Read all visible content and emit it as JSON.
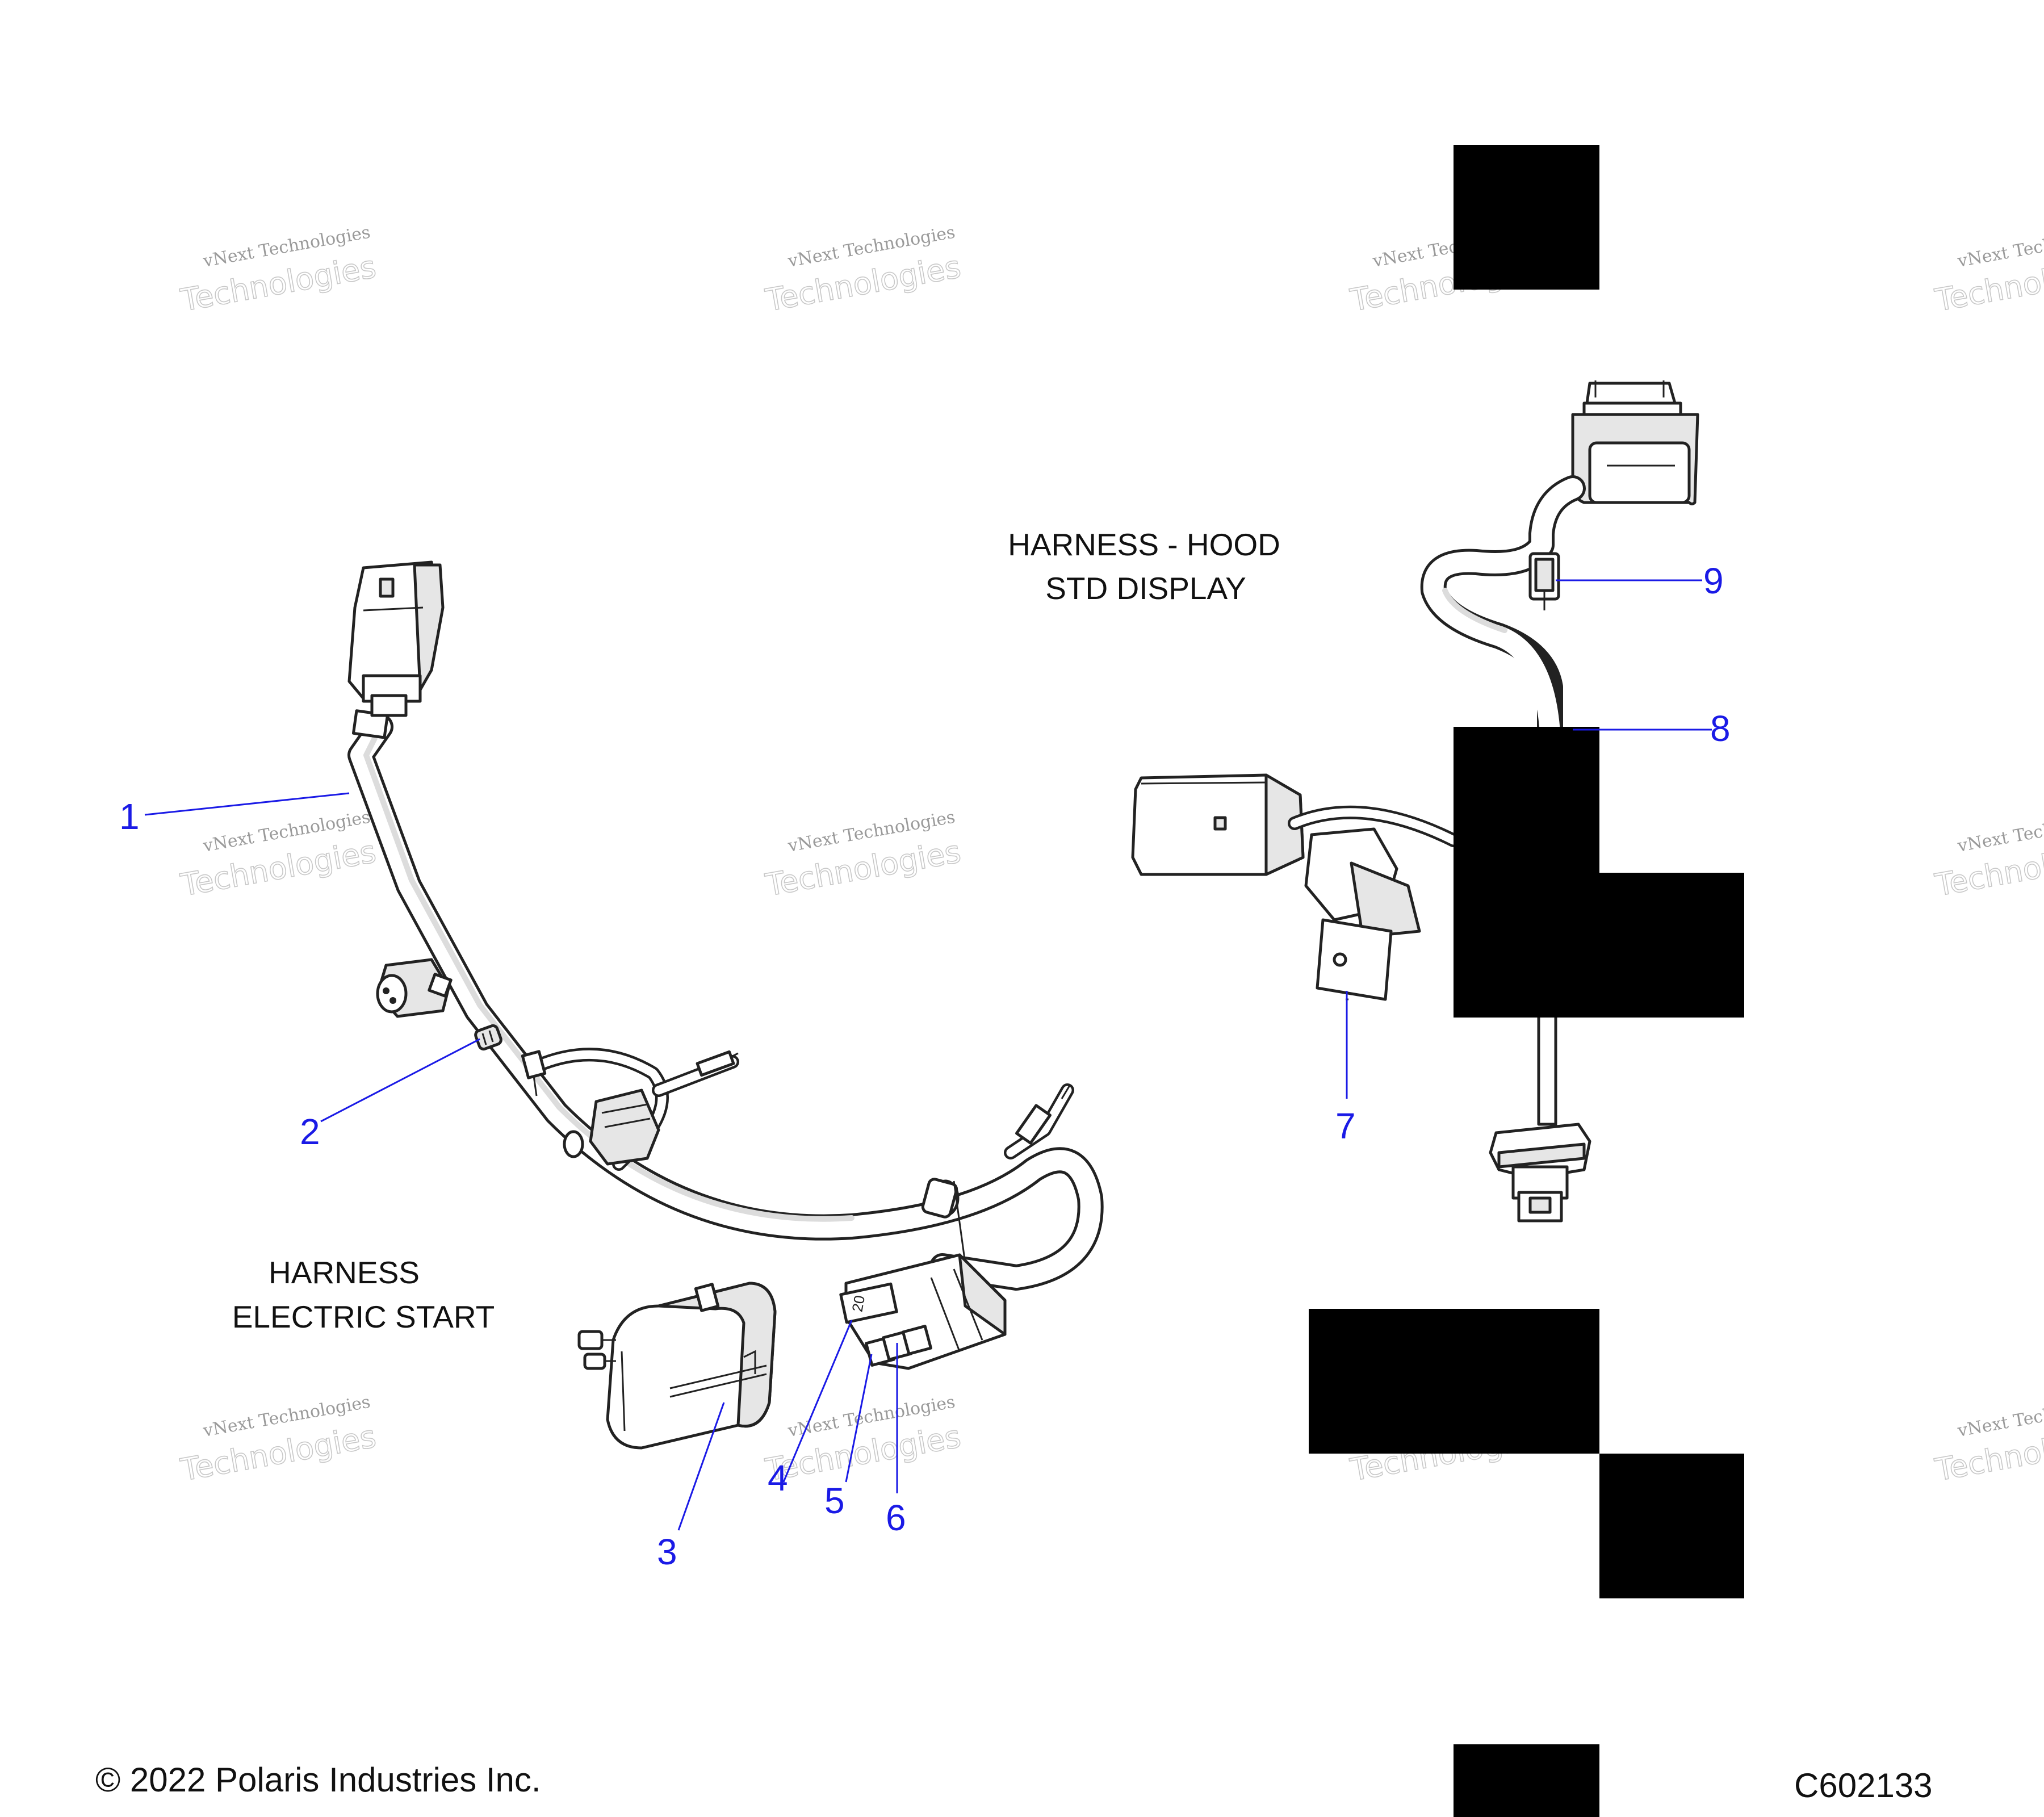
{
  "titles": {
    "electric_start_line1": "HARNESS",
    "electric_start_line2": "ELECTRIC START",
    "hood_line1": "HARNESS - HOOD",
    "hood_line2": "STD DISPLAY"
  },
  "callouts": [
    "1",
    "2",
    "3",
    "4",
    "5",
    "6",
    "7",
    "8",
    "9"
  ],
  "relay_label": "20",
  "footer": {
    "copyright": "© 2022 Polaris Industries Inc.",
    "figure_code": "C602133"
  },
  "watermark": {
    "line1": "vNext Technologies",
    "line2": "Technologies"
  },
  "colors": {
    "callout": "#1a1ae6",
    "linework": "#222222",
    "redaction": "#000000"
  }
}
